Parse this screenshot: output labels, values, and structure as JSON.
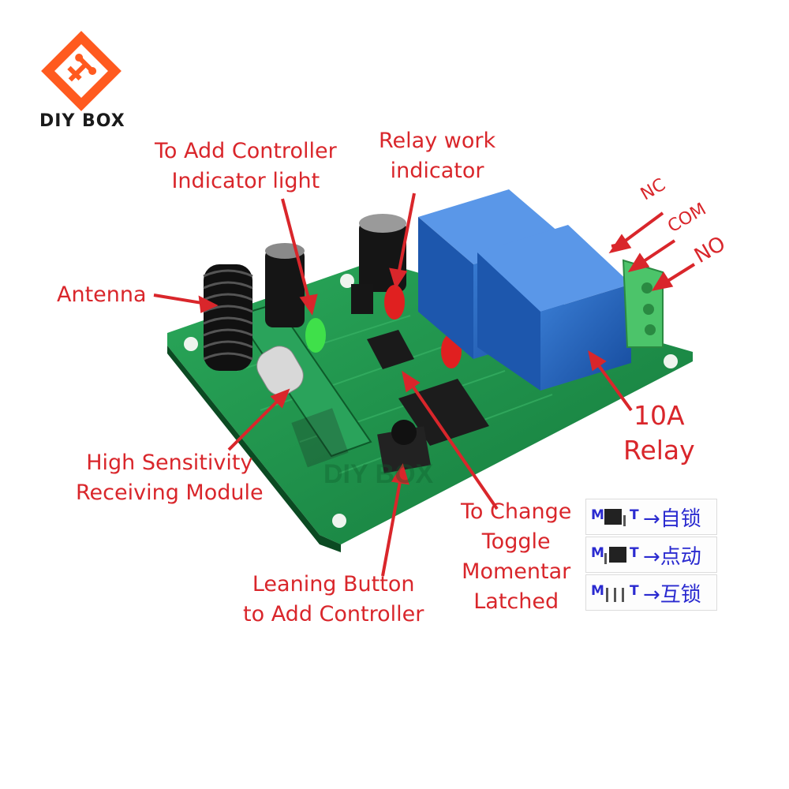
{
  "brand": {
    "name": "DIY BOX",
    "accent": "#ff5a1f"
  },
  "labels": {
    "add_indicator": [
      "To Add Controller",
      "Indicator light"
    ],
    "relay_indicator": [
      "Relay work",
      "indicator"
    ],
    "antenna": "Antenna",
    "receiving_module": [
      "High Sensitivity",
      "Receiving Module"
    ],
    "learning_button": [
      "Leaning Button",
      "to Add Controller"
    ],
    "mode_change": [
      "To Change",
      "Toggle",
      "Momentar",
      "Latched"
    ],
    "relay": [
      "10A",
      "Relay"
    ],
    "nc": "NC",
    "com": "COM",
    "no": "NO"
  },
  "jumper_legend": [
    {
      "m": "M",
      "t": "T",
      "mode": "→自锁"
    },
    {
      "m": "M",
      "t": "T",
      "mode": "→点动"
    },
    {
      "m": "M",
      "t": "T",
      "mode": "→互锁"
    }
  ],
  "board": {
    "watermark": "DIY BOX"
  },
  "colors": {
    "label": "#d9262b",
    "pcb": "#1f9a4f",
    "relay": "#1f5fb8",
    "terminal": "#4cc46a"
  }
}
